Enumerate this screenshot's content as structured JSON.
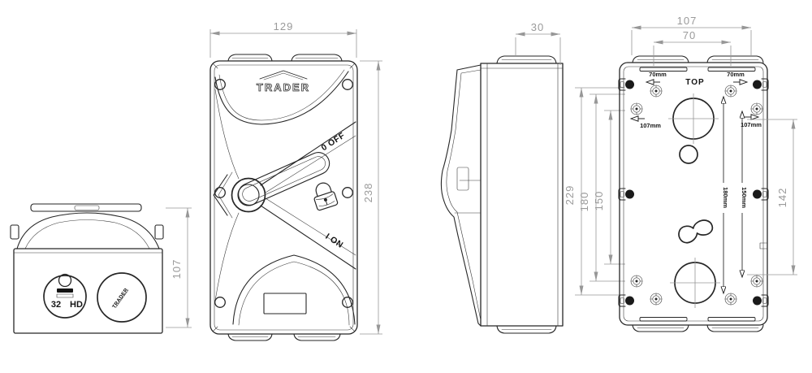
{
  "end_view": {
    "dim_height": "107",
    "socket_rating": "32",
    "socket_type": "HD",
    "knockout_stamp": "TRADER"
  },
  "front_view": {
    "dim_width": "129",
    "dim_height": "238",
    "brand_logo": "TRADER",
    "switch_off_label": "0 OFF",
    "switch_on_label": "I ON"
  },
  "side_view": {
    "dim_depth": "30"
  },
  "mounting_dims": {
    "dim_overall": "229",
    "dim_outer": "180",
    "dim_inner": "150"
  },
  "back_view": {
    "dim_width": "107",
    "dim_slots": "70",
    "dim_side": "142",
    "orientation_label": "TOP",
    "slot_note_left": "70mm",
    "slot_note_right": "70mm",
    "fixing_note_left": "107mm",
    "fixing_note_right": "107mm",
    "vertical_note_outer": "180mm",
    "vertical_note_inner": "150mm"
  }
}
